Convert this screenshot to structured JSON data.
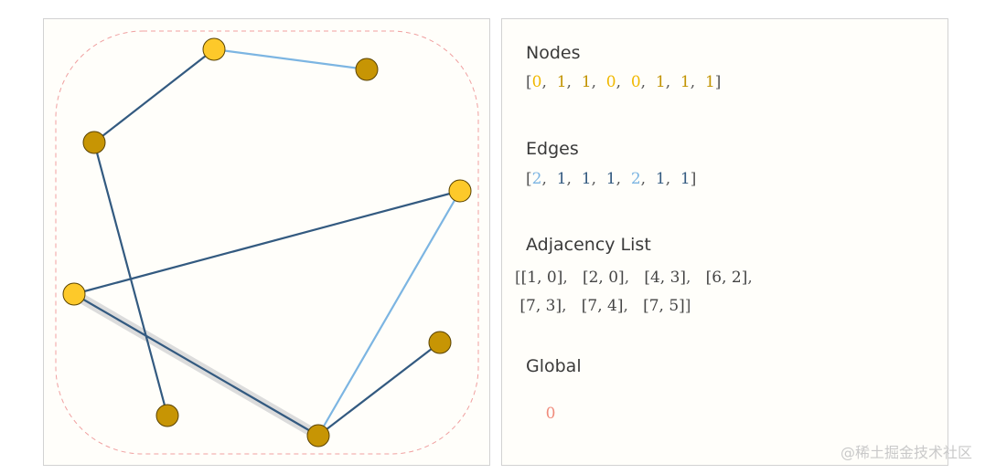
{
  "colors": {
    "node_state_0": "#fdc92a",
    "node_state_1": "#c79504",
    "node_stroke": "#5a4300",
    "edge_state_1": "#335a80",
    "edge_state_2": "#7cb5e2",
    "highlight": "#dcdcdc",
    "boundary": "#f0a0a0",
    "text_node_0": "#f0b800",
    "text_node_1": "#c29300",
    "text_edge_1": "#335a80",
    "text_edge_2": "#7cb5e2",
    "global": "#f08c7c"
  },
  "labels": {
    "nodes": "Nodes",
    "edges": "Edges",
    "adjacency": "Adjacency List",
    "global": "Global"
  },
  "nodes": [
    0,
    1,
    1,
    0,
    0,
    1,
    1,
    1
  ],
  "edges": [
    2,
    1,
    1,
    1,
    2,
    1,
    1
  ],
  "adjacency": [
    [
      1,
      0
    ],
    [
      2,
      0
    ],
    [
      4,
      3
    ],
    [
      6,
      2
    ],
    [
      7,
      3
    ],
    [
      7,
      4
    ],
    [
      7,
      5
    ]
  ],
  "global": "0",
  "watermark": "@稀土掘金技术社区"
}
